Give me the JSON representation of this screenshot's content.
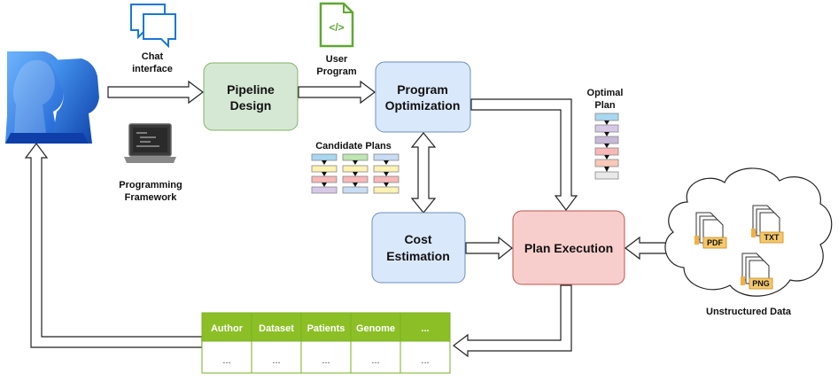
{
  "nodes": {
    "pipeline_design": [
      "Pipeline",
      "Design"
    ],
    "program_optimization": [
      "Program",
      "Optimization"
    ],
    "cost_estimation": [
      "Cost",
      "Estimation"
    ],
    "plan_execution": "Plan Execution"
  },
  "labels": {
    "chat_interface": [
      "Chat",
      "interface"
    ],
    "user_program": [
      "User",
      "Program"
    ],
    "programming_framework": [
      "Programming",
      "Framework"
    ],
    "candidate_plans": "Candidate Plans",
    "optimal_plan": [
      "Optimal",
      "Plan"
    ],
    "unstructured_data": "Unstructured Data"
  },
  "documents": [
    "PDF",
    "TXT",
    "PNG"
  ],
  "table": {
    "headers": [
      "Author",
      "Dataset",
      "Patients",
      "Genome",
      "..."
    ],
    "row": [
      "...",
      "...",
      "...",
      "...",
      "..."
    ]
  },
  "colors": {
    "green_fill": "#d5e8d4",
    "green_stroke": "#82b366",
    "blue_fill": "#dae8fc",
    "blue_stroke": "#6c8ebf",
    "red_fill": "#f8cecc",
    "red_stroke": "#b85450",
    "table_head": "#8cbf26",
    "table_border": "#7ab020",
    "people_blue": "#1a6fd9"
  },
  "icons": [
    "people-icon",
    "chat-icon",
    "code-file-icon",
    "laptop-icon",
    "cloud-icon",
    "document-icon"
  ]
}
